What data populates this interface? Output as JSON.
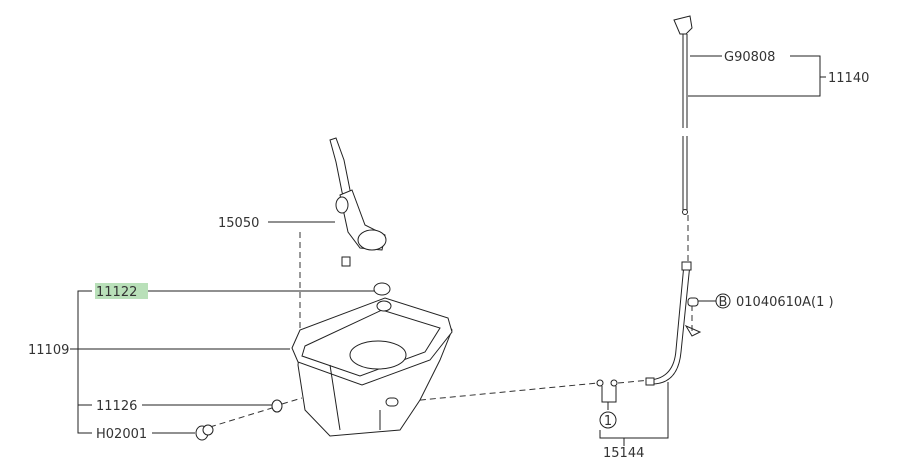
{
  "callouts": {
    "p11122": "11122",
    "p11109": "11109",
    "p11126": "11126",
    "h02001": "H02001",
    "p15050": "15050",
    "g90808": "G90808",
    "p11140": "11140",
    "bolt_ref_letter": "B",
    "bolt_part": "01040610A(1  )",
    "ref_circle": "1",
    "p15144": "15144"
  },
  "colors": {
    "highlight": "#b9e0b9",
    "line": "#222222"
  }
}
